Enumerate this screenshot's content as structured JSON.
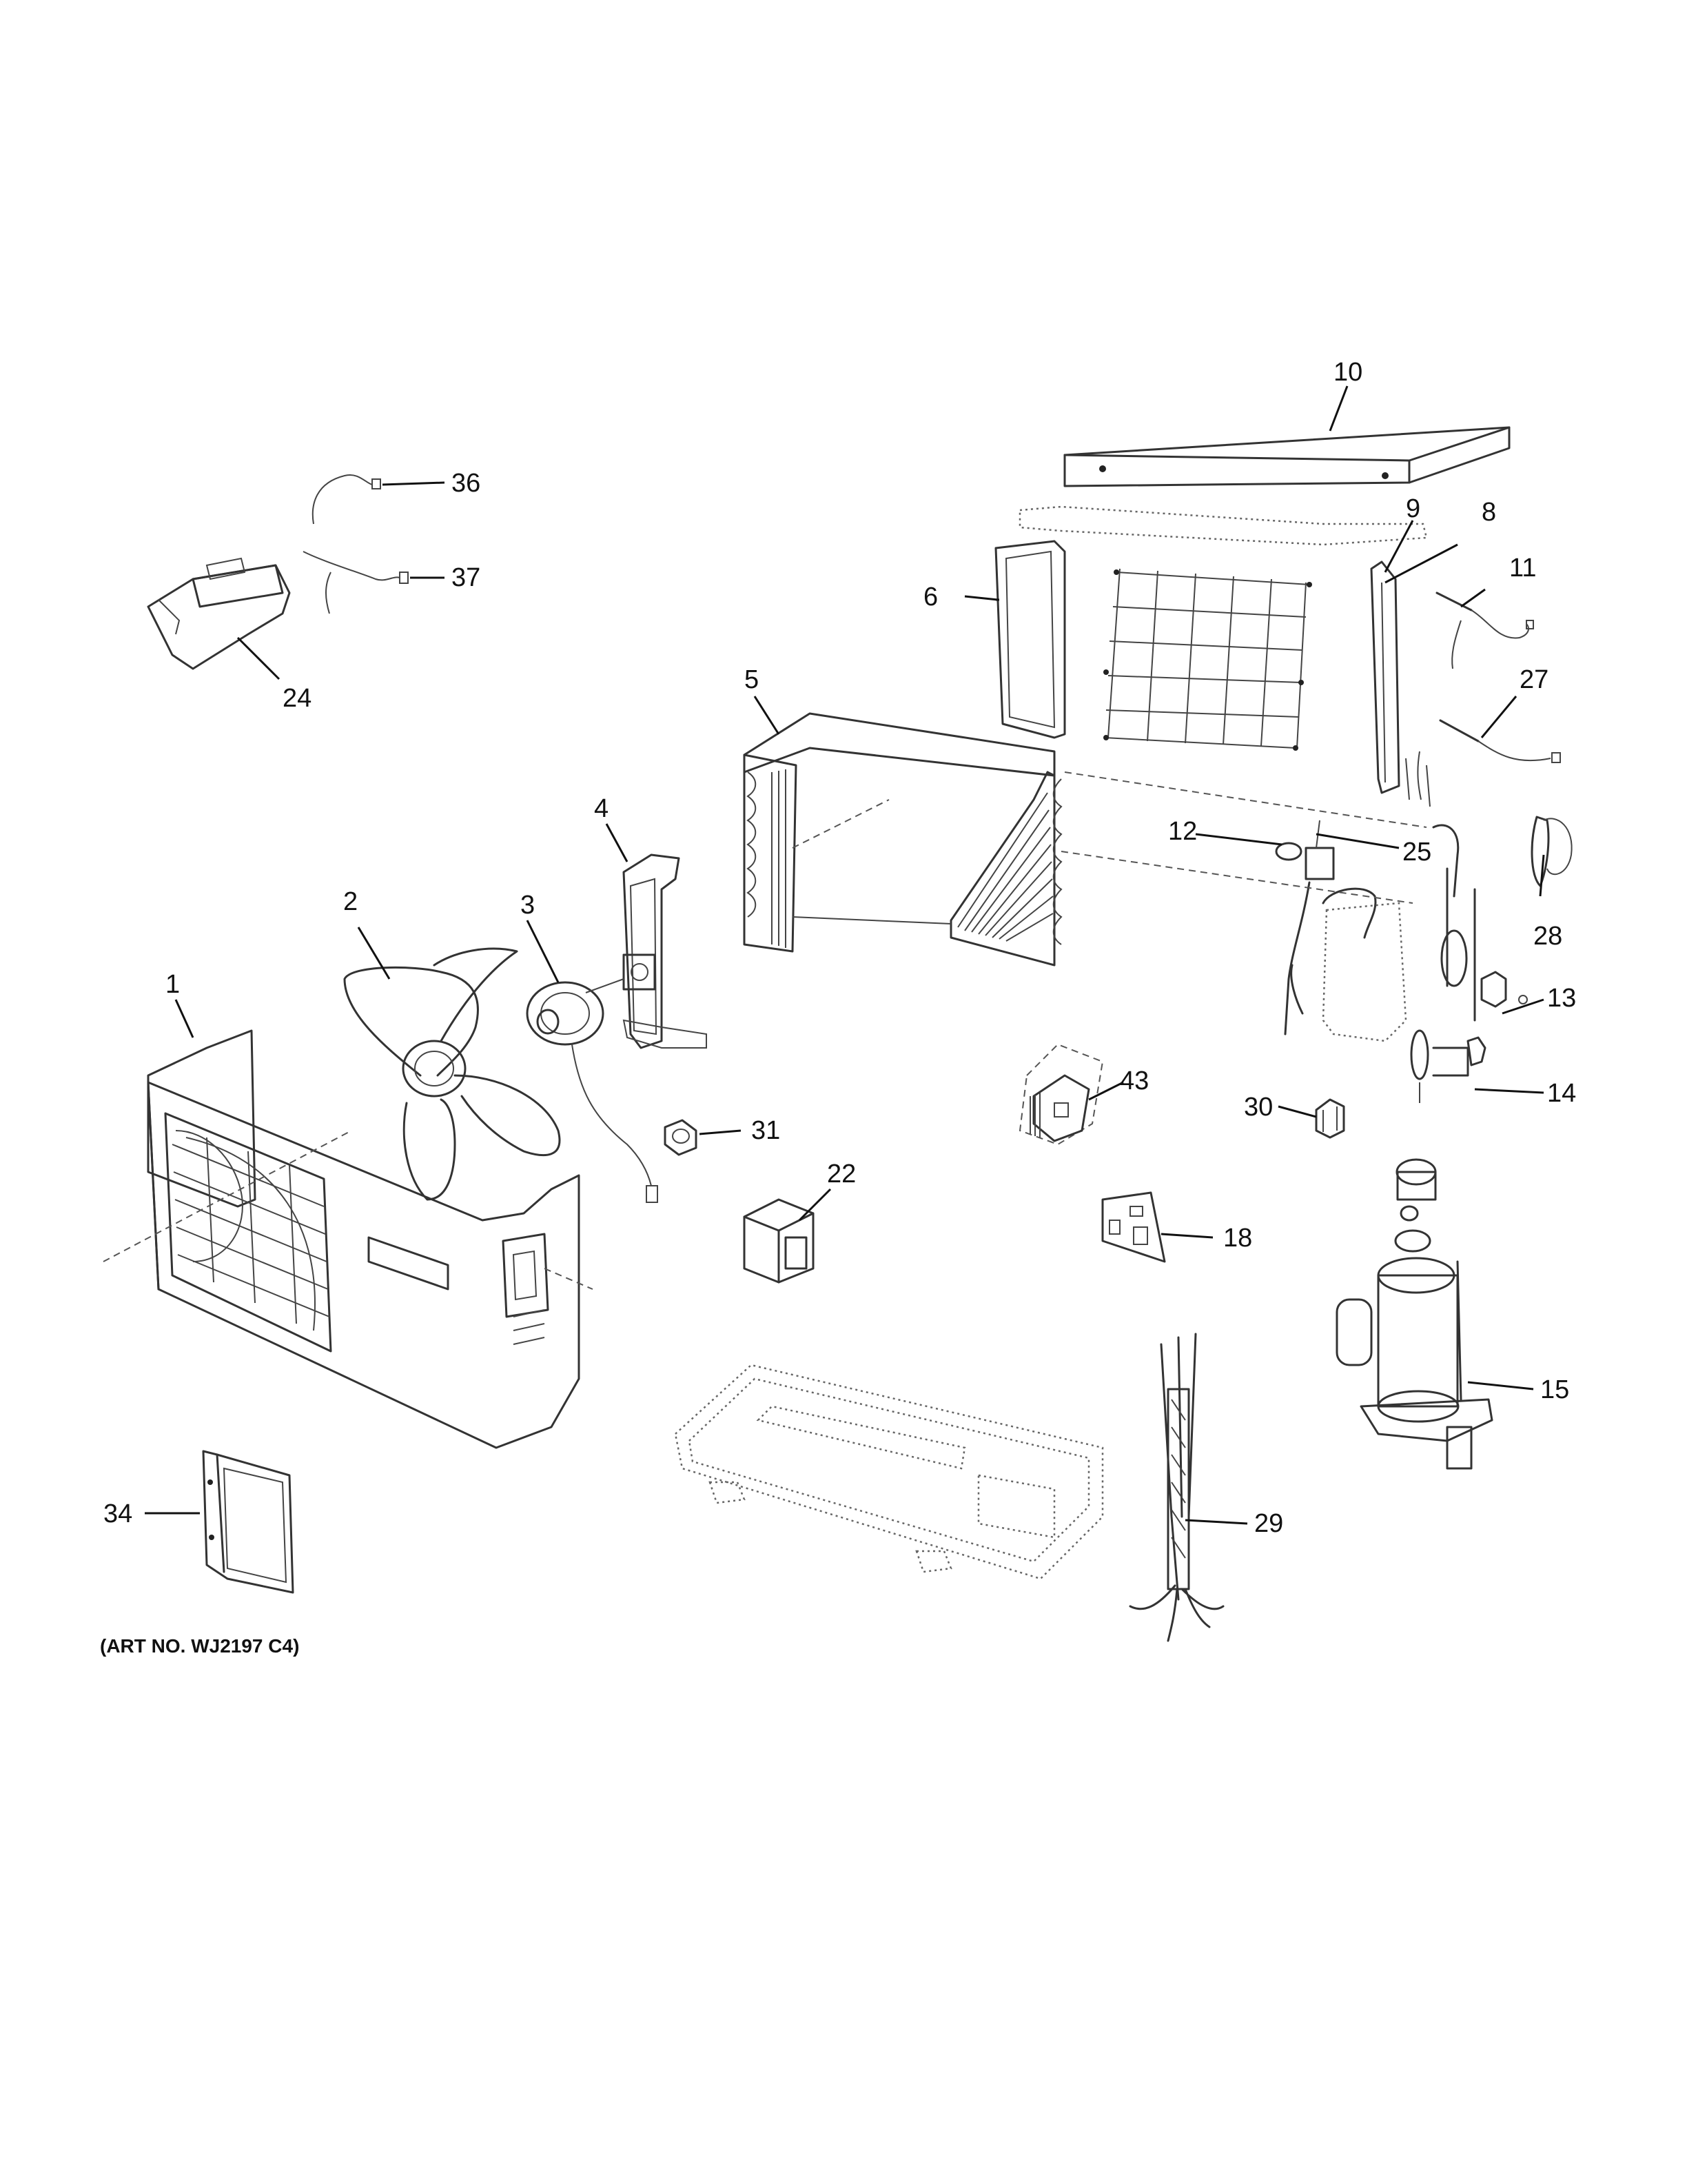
{
  "art_number": "(ART NO. WJ2197 C4)",
  "callouts": {
    "c1": "1",
    "c2": "2",
    "c3": "3",
    "c4": "4",
    "c5": "5",
    "c6": "6",
    "c8": "8",
    "c9": "9",
    "c10": "10",
    "c11": "11",
    "c12": "12",
    "c13": "13",
    "c14": "14",
    "c15": "15",
    "c18": "18",
    "c22": "22",
    "c24": "24",
    "c25": "25",
    "c27": "27",
    "c28": "28",
    "c29": "29",
    "c30": "30",
    "c31": "31",
    "c34": "34",
    "c36": "36",
    "c37": "37",
    "c43": "43"
  }
}
